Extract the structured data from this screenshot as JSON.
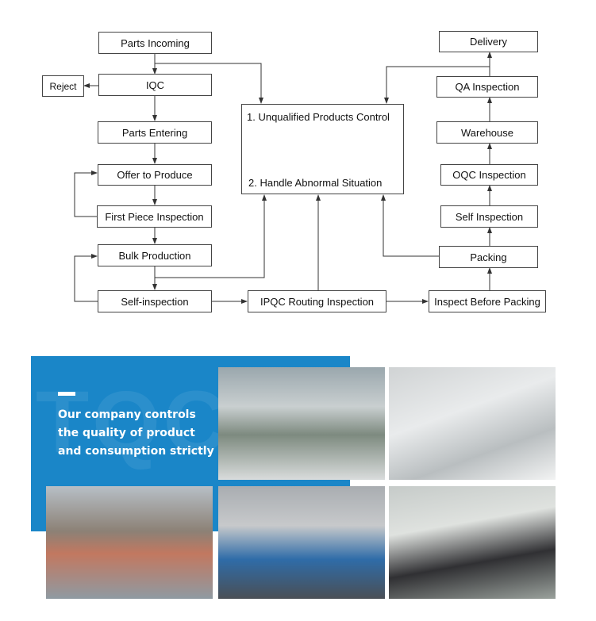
{
  "flowchart": {
    "left": {
      "parts_incoming": "Parts Incoming",
      "reject": "Reject",
      "iqc": "IQC",
      "parts_entering": "Parts Entering",
      "offer_to_produce": "Offer to Produce",
      "first_piece_inspection": "First Piece Inspection",
      "bulk_production": "Bulk Production",
      "self_inspection": "Self-inspection"
    },
    "center": {
      "line1": "1. Unqualified Products Control",
      "line2": "2. Handle Abnormal Situation",
      "ipqc": "IPQC Routing Inspection"
    },
    "right": {
      "inspect_before_packing": "Inspect Before Packing",
      "packing": "Packing",
      "self_inspection": "Self Inspection",
      "oqc": "OQC Inspection",
      "warehouse": "Warehouse",
      "qa": "QA Inspection",
      "delivery": "Delivery"
    }
  },
  "panel": {
    "watermark": "TQC",
    "text": "Our company controls the quality of product and consumption strictly",
    "color": "#1a86c8"
  }
}
